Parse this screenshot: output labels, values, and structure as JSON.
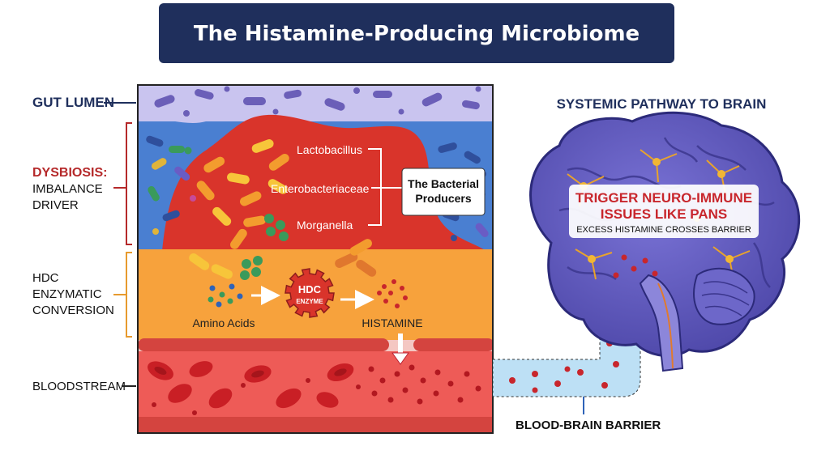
{
  "title": "The Histamine-Producing Microbiome",
  "left_labels": {
    "gut_lumen": "GUT LUMEN",
    "dysbiosis_title": "DYSBIOSIS:",
    "dysbiosis_line1": "IMBALANCE",
    "dysbiosis_line2": "DRIVER",
    "hdc_line1": "HDC",
    "hdc_line2": "ENZYMATIC",
    "hdc_line3": "CONVERSION",
    "bloodstream": "BLOODSTREAM"
  },
  "bacteria": {
    "lactobacillus": "Lactobacillus",
    "enterobacteriaceae": "Enterobacteriaceae",
    "morganella": "Morganella",
    "producers_line1": "The Bacterial",
    "producers_line2": "Producers"
  },
  "conversion": {
    "amino_acids": "Amino Acids",
    "enzyme_line1": "HDC",
    "enzyme_line2": "ENZYME",
    "histamine": "HISTAMINE"
  },
  "right": {
    "pathway_title": "SYSTEMIC PATHWAY TO BRAIN",
    "trigger_line1": "TRIGGER NEURO-IMMUNE",
    "trigger_line2": "ISSUES LIKE PANS",
    "trigger_sub": "EXCESS HISTAMINE CROSSES BARRIER",
    "bbb": "BLOOD-BRAIN BARRIER"
  },
  "colors": {
    "title_bg": "#1f2f5c",
    "lumen": "#c9c4ef",
    "mucus_blue": "#4a7fd1",
    "dysbiosis_red": "#d9342b",
    "enzyme_orange": "#f7a23c",
    "blood_red": "#ee5b57",
    "bracket_red": "#b5292a",
    "bracket_orange": "#e79a2e",
    "brain_purple": "#5b56b7",
    "trigger_red": "#c8262c",
    "barrier_blue": "#bde0f5"
  }
}
